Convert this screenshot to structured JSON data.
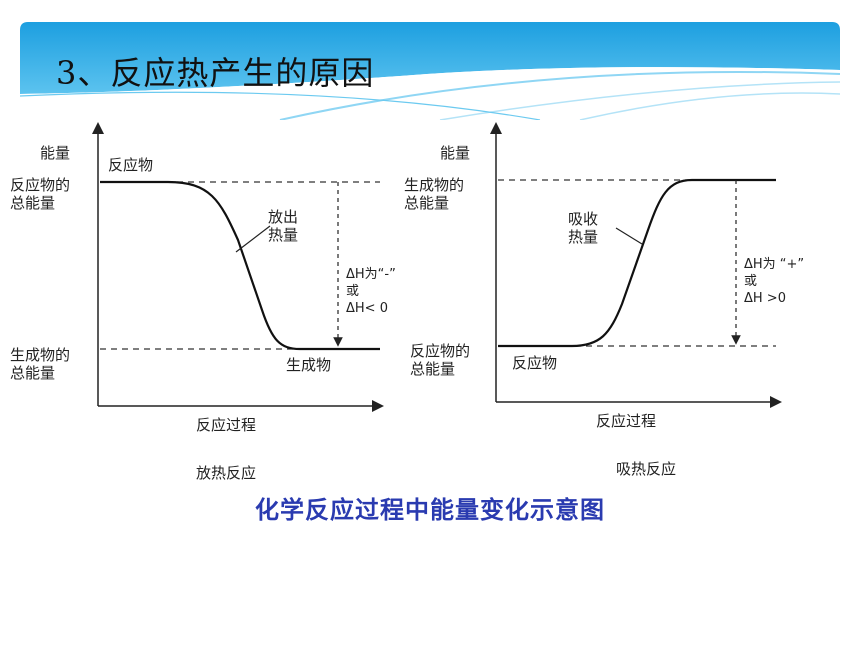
{
  "slide": {
    "title": "3、反应热产生的原因",
    "caption": "化学反应过程中能量变化示意图"
  },
  "diagrams": [
    {
      "id": "exothermic",
      "y_axis": "能量",
      "x_axis": "反应过程",
      "kind": "放热反应",
      "high_level": [
        "反应物的",
        "总能量"
      ],
      "low_level": [
        "生成物的",
        "总能量"
      ],
      "start_species": "反应物",
      "end_species": "生成物",
      "curve_note": [
        "放出",
        "热量"
      ],
      "delta": [
        "ΔH为“-”",
        "或",
        "ΔH< 0"
      ]
    },
    {
      "id": "endothermic",
      "y_axis": "能量",
      "x_axis": "反应过程",
      "kind": "吸热反应",
      "high_level": [
        "生成物的",
        "总能量"
      ],
      "low_level": [
        "反应物的",
        "总能量"
      ],
      "start_species": "反应物",
      "curve_note": [
        "吸收",
        "热量"
      ],
      "delta": [
        "ΔH为 “+”",
        "或",
        "ΔH >0"
      ]
    }
  ],
  "colors": {
    "banner": "#22a3de",
    "caption": "#2a3bb0"
  }
}
